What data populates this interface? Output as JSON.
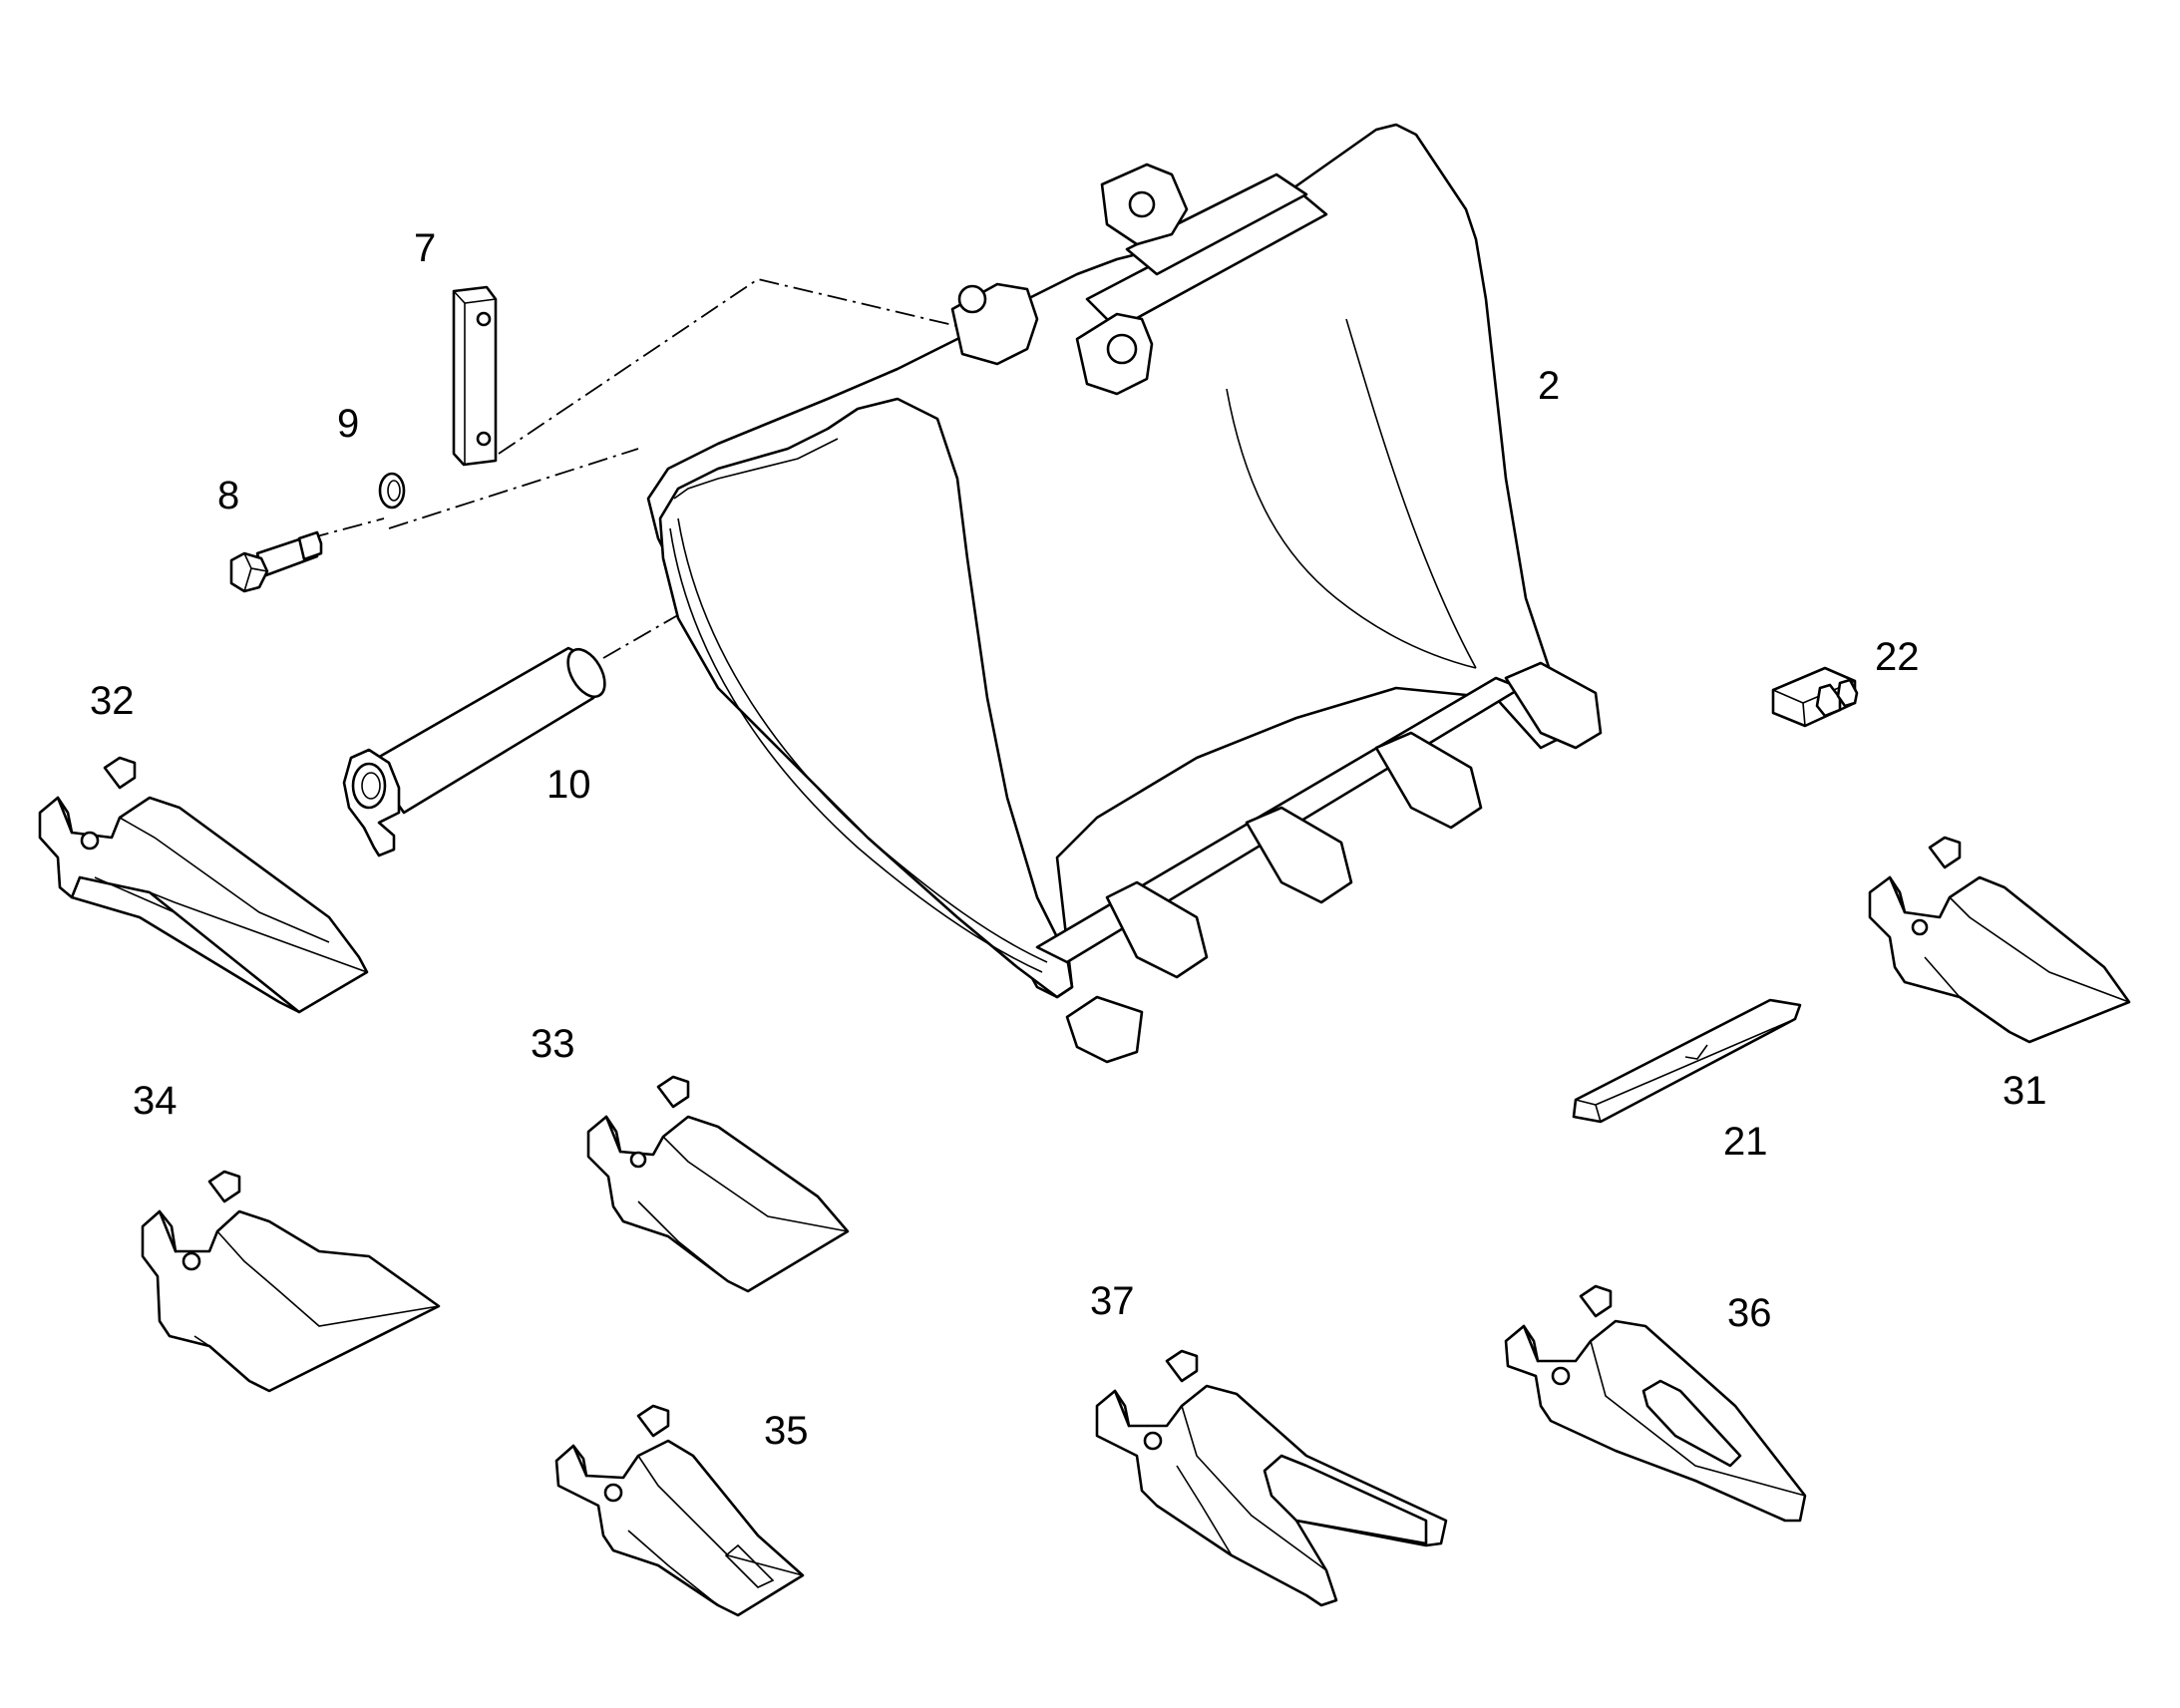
{
  "diagram": {
    "line_color": "#000000",
    "background": "#ffffff",
    "callouts": [
      {
        "id": "2",
        "label": "2"
      },
      {
        "id": "7",
        "label": "7"
      },
      {
        "id": "8",
        "label": "8"
      },
      {
        "id": "9",
        "label": "9"
      },
      {
        "id": "10",
        "label": "10"
      },
      {
        "id": "21",
        "label": "21"
      },
      {
        "id": "22",
        "label": "22"
      },
      {
        "id": "31",
        "label": "31"
      },
      {
        "id": "32",
        "label": "32"
      },
      {
        "id": "33",
        "label": "33"
      },
      {
        "id": "34",
        "label": "34"
      },
      {
        "id": "35",
        "label": "35"
      },
      {
        "id": "36",
        "label": "36"
      },
      {
        "id": "37",
        "label": "37"
      }
    ]
  }
}
